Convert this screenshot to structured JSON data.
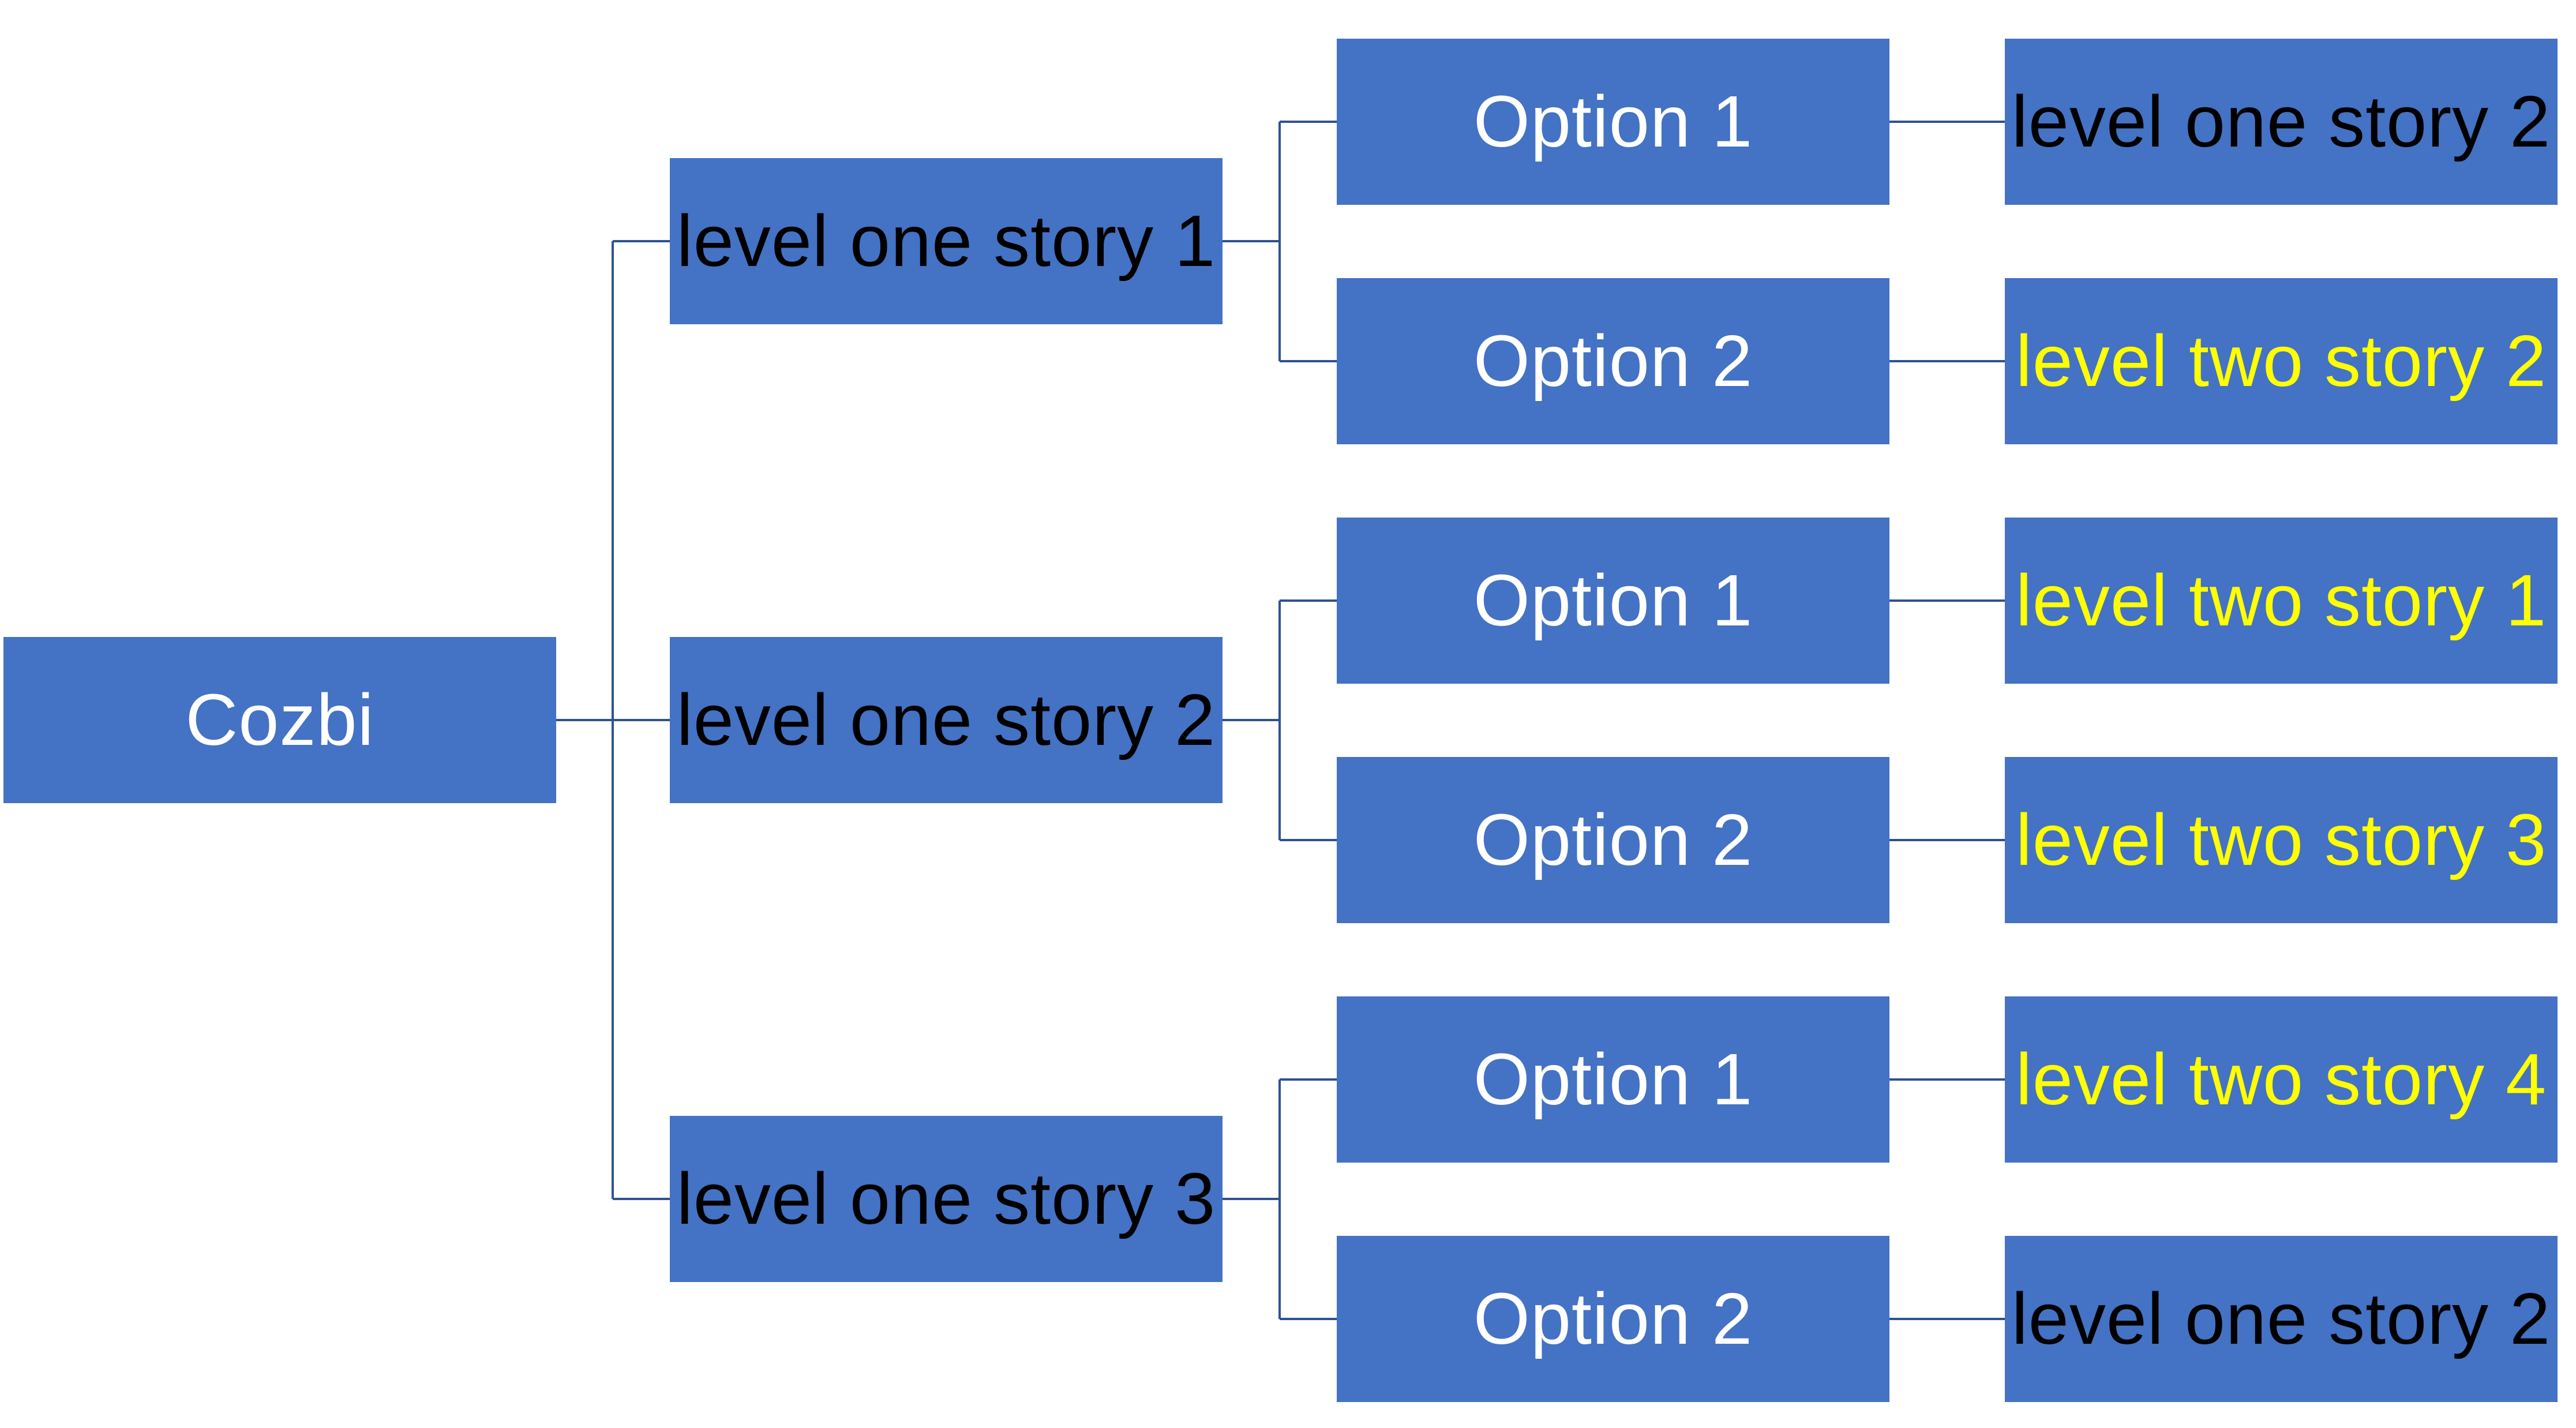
{
  "colors": {
    "node_fill": "#4472c4",
    "connector": "#2f528f",
    "text_white": "#ffffff",
    "text_black": "#000000",
    "text_yellow": "#ffff00"
  },
  "root": {
    "label": "Cozbi"
  },
  "level_one": [
    {
      "label": "level one story 1"
    },
    {
      "label": "level one story 2"
    },
    {
      "label": "level one story 3"
    }
  ],
  "options": [
    {
      "label": "Option 1"
    },
    {
      "label": "Option 2"
    },
    {
      "label": "Option 1"
    },
    {
      "label": "Option 2"
    },
    {
      "label": "Option 1"
    },
    {
      "label": "Option 2"
    }
  ],
  "results": [
    {
      "label": "level one story 2"
    },
    {
      "label": "level two story 2"
    },
    {
      "label": "level two story 1"
    },
    {
      "label": "level two story 3"
    },
    {
      "label": "level two story 4"
    },
    {
      "label": "level one story 2"
    }
  ]
}
